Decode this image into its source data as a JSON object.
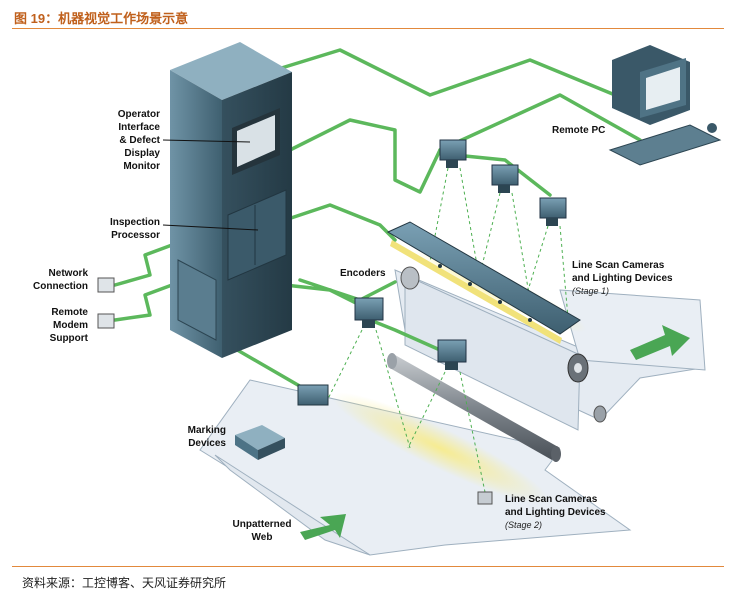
{
  "header": {
    "title": "图 19：机器视觉工作场景示意"
  },
  "footer": {
    "source": "资料来源：工控博客、天风证券研究所"
  },
  "labels": {
    "operator": [
      "Operator",
      "Interface",
      "& Defect",
      "Display",
      "Monitor"
    ],
    "processor": [
      "Inspection",
      "Processor"
    ],
    "network": [
      "Network",
      "Connection"
    ],
    "modem": [
      "Remote",
      "Modem",
      "Support"
    ],
    "remote_pc": "Remote PC",
    "encoders": "Encoders",
    "cams1": [
      "Line Scan Cameras",
      "and Lighting Devices"
    ],
    "stage1": "(Stage 1)",
    "cams2": [
      "Line Scan Cameras",
      "and Lighting Devices"
    ],
    "stage2": "(Stage 2)",
    "marking": [
      "Marking",
      "Devices"
    ],
    "web": [
      "Unpatterned",
      "Web"
    ]
  },
  "colors": {
    "cable": "#5cb85c",
    "cabinet": "#4d7386",
    "web": "#e9eef4",
    "light": "#f5ea8a",
    "arrow": "#4aa654",
    "accent": "#e2893c"
  }
}
